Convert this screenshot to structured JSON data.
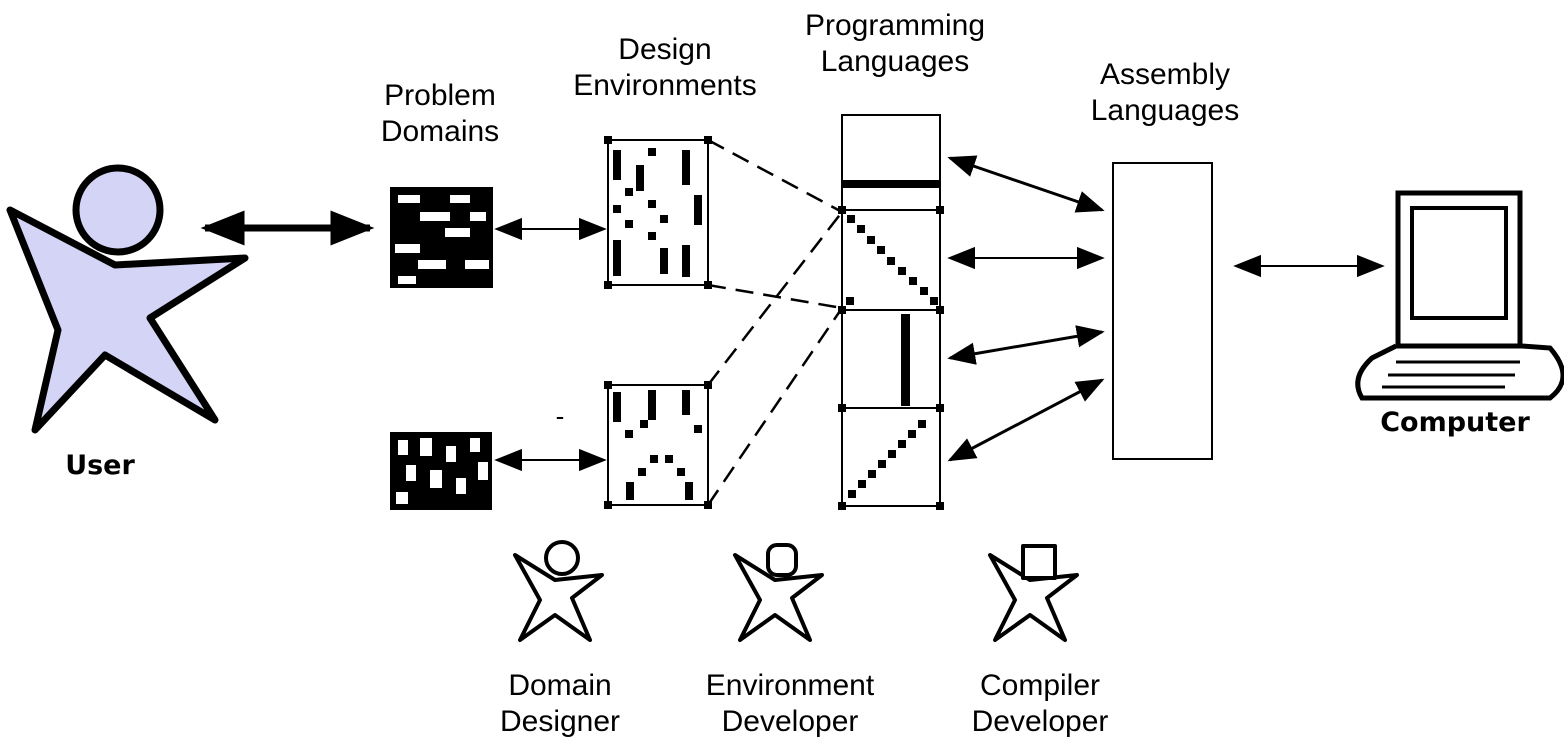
{
  "labels": {
    "problem_domains": [
      "Problem",
      "Domains"
    ],
    "design_environments": [
      "Design",
      "Environments"
    ],
    "programming_languages": [
      "Programming",
      "Languages"
    ],
    "assembly_languages": [
      "Assembly",
      "Languages"
    ],
    "user": "User",
    "computer": "Computer",
    "domain_designer": [
      "Domain",
      "Designer"
    ],
    "environment_developer": [
      "Environment",
      "Developer"
    ],
    "compiler_developer": [
      "Compiler",
      "Developer"
    ],
    "stray_mark": "-"
  },
  "colors": {
    "user_fill": "#d4d4f7",
    "stroke": "#000000",
    "background": "#ffffff"
  }
}
